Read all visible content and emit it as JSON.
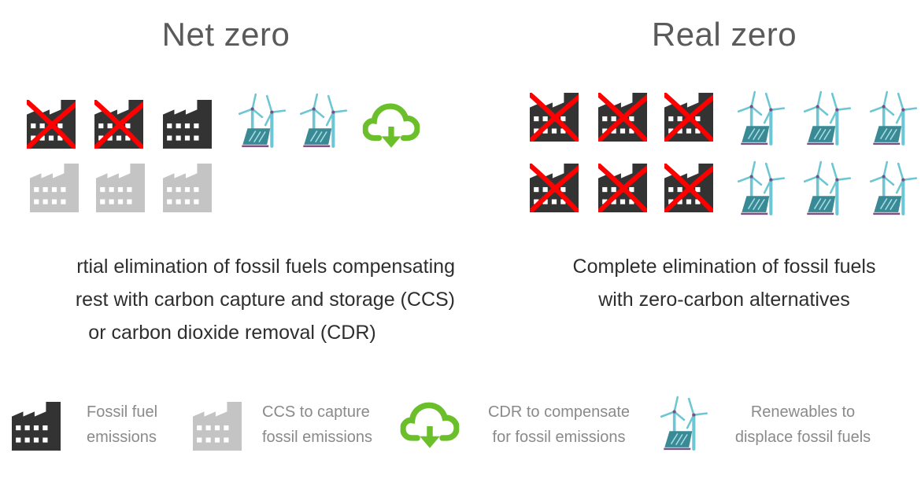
{
  "colors": {
    "fossil": "#333333",
    "ccs": "#c4c4c4",
    "cross": "#ff0000",
    "cdr": "#6bbf2a",
    "turbine": "#6cc6d3",
    "panel": "#3a8a96",
    "panel_frame": "#7a4f82",
    "title_text": "#5a5a5a",
    "desc_text": "#2e2e2e",
    "legend_text": "#8a8a8a"
  },
  "net_zero": {
    "title": "Net zero",
    "description_lines": [
      "rtial elimination of fossil fuels compensating",
      "rest with carbon capture and storage (CCS)",
      "or carbon dioxide removal (CDR)"
    ],
    "row1": [
      "fossil-crossed",
      "fossil-crossed",
      "fossil",
      "renewables",
      "renewables",
      "cdr"
    ],
    "row2": [
      "ccs",
      "ccs",
      "ccs"
    ]
  },
  "real_zero": {
    "title": "Real zero",
    "description_lines": [
      "Complete elimination of fossil fuels",
      "with zero-carbon alternatives"
    ],
    "row1": [
      "fossil-crossed",
      "fossil-crossed",
      "fossil-crossed",
      "renewables",
      "renewables",
      "renewables"
    ],
    "row2": [
      "fossil-crossed",
      "fossil-crossed",
      "fossil-crossed",
      "renewables",
      "renewables",
      "renewables"
    ]
  },
  "legend": [
    {
      "icon": "factory-icon",
      "lines": [
        "Fossil fuel",
        "emissions"
      ]
    },
    {
      "icon": "ccs-factory-icon",
      "lines": [
        "CCS to capture",
        "fossil emissions"
      ]
    },
    {
      "icon": "cloud-download-icon",
      "lines": [
        "CDR to compensate",
        "for fossil emissions"
      ]
    },
    {
      "icon": "renewables-icon",
      "lines": [
        "Renewables to",
        "displace fossil fuels"
      ]
    }
  ]
}
